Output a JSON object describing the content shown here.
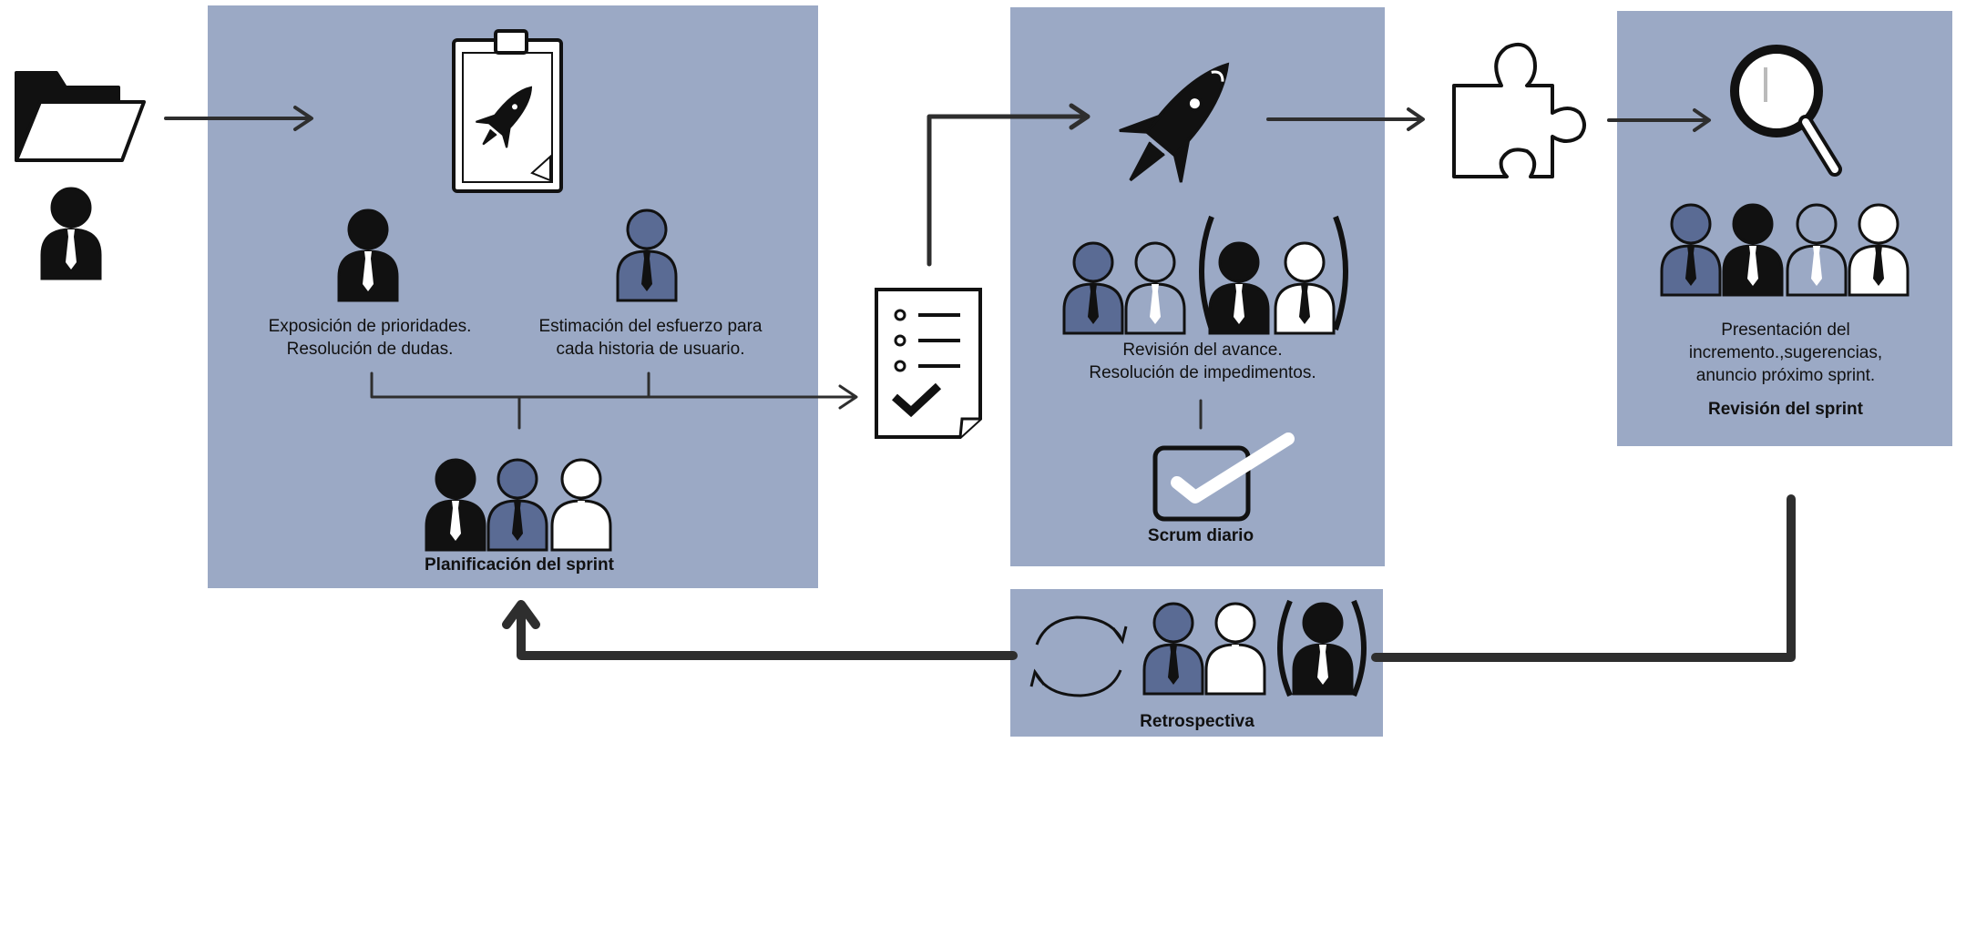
{
  "planning": {
    "title": "Planificación del sprint",
    "note_left_1": "Exposición de prioridades.",
    "note_left_2": "Resolución de dudas.",
    "note_right_1": "Estimación del esfuerzo para",
    "note_right_2": "cada historia de usuario."
  },
  "daily": {
    "note_1": "Revisión del avance.",
    "note_2": "Resolución de impedimentos.",
    "title": "Scrum diario"
  },
  "review": {
    "note_1": "Presentación del",
    "note_2": "incremento.,sugerencias,",
    "note_3": "anuncio próximo sprint.",
    "title": "Revisión del sprint"
  },
  "retro": {
    "title": "Retrospectiva"
  },
  "colors": {
    "panel": "#9ba9c5",
    "figure_black": "#111111",
    "figure_blue": "#5a6b94",
    "figure_white": "#ffffff",
    "line": "#2e2e2e"
  },
  "icons": [
    "folder-icon",
    "product-owner-icon",
    "clipboard-rocket-icon",
    "sprint-backlog-document-icon",
    "rocket-icon",
    "puzzle-piece-icon",
    "magnifier-icon",
    "checkbox-icon",
    "cycle-arrows-icon"
  ]
}
